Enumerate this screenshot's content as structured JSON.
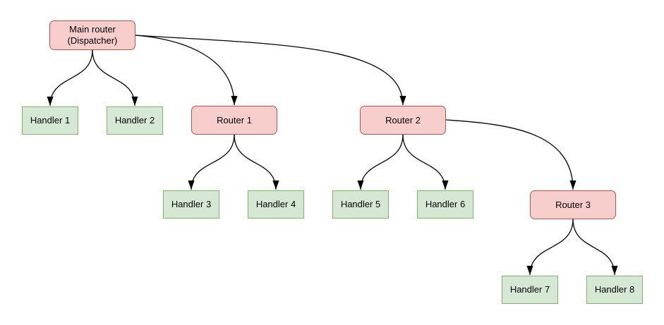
{
  "diagram": {
    "type": "tree",
    "background": "#ffffff",
    "palette": {
      "router_fill": "#f8cecc",
      "router_stroke": "#b85450",
      "handler_fill": "#d5e8d4",
      "handler_stroke": "#82b366",
      "edge_color": "#000000",
      "text_color": "#000000"
    },
    "nodes": {
      "main": {
        "line1": "Main router",
        "line2": "(Dispatcher)",
        "kind": "router"
      },
      "handler1": {
        "label": "Handler 1",
        "kind": "handler"
      },
      "handler2": {
        "label": "Handler 2",
        "kind": "handler"
      },
      "router1": {
        "label": "Router 1",
        "kind": "router"
      },
      "router2": {
        "label": "Router 2",
        "kind": "router"
      },
      "handler3": {
        "label": "Handler 3",
        "kind": "handler"
      },
      "handler4": {
        "label": "Handler 4",
        "kind": "handler"
      },
      "handler5": {
        "label": "Handler 5",
        "kind": "handler"
      },
      "handler6": {
        "label": "Handler 6",
        "kind": "handler"
      },
      "router3": {
        "label": "Router 3",
        "kind": "router"
      },
      "handler7": {
        "label": "Handler 7",
        "kind": "handler"
      },
      "handler8": {
        "label": "Handler 8",
        "kind": "handler"
      }
    },
    "edges": [
      {
        "from": "main",
        "to": "handler1"
      },
      {
        "from": "main",
        "to": "handler2"
      },
      {
        "from": "main",
        "to": "router1"
      },
      {
        "from": "main",
        "to": "router2"
      },
      {
        "from": "router1",
        "to": "handler3"
      },
      {
        "from": "router1",
        "to": "handler4"
      },
      {
        "from": "router2",
        "to": "handler5"
      },
      {
        "from": "router2",
        "to": "handler6"
      },
      {
        "from": "router2",
        "to": "router3"
      },
      {
        "from": "router3",
        "to": "handler7"
      },
      {
        "from": "router3",
        "to": "handler8"
      }
    ]
  }
}
